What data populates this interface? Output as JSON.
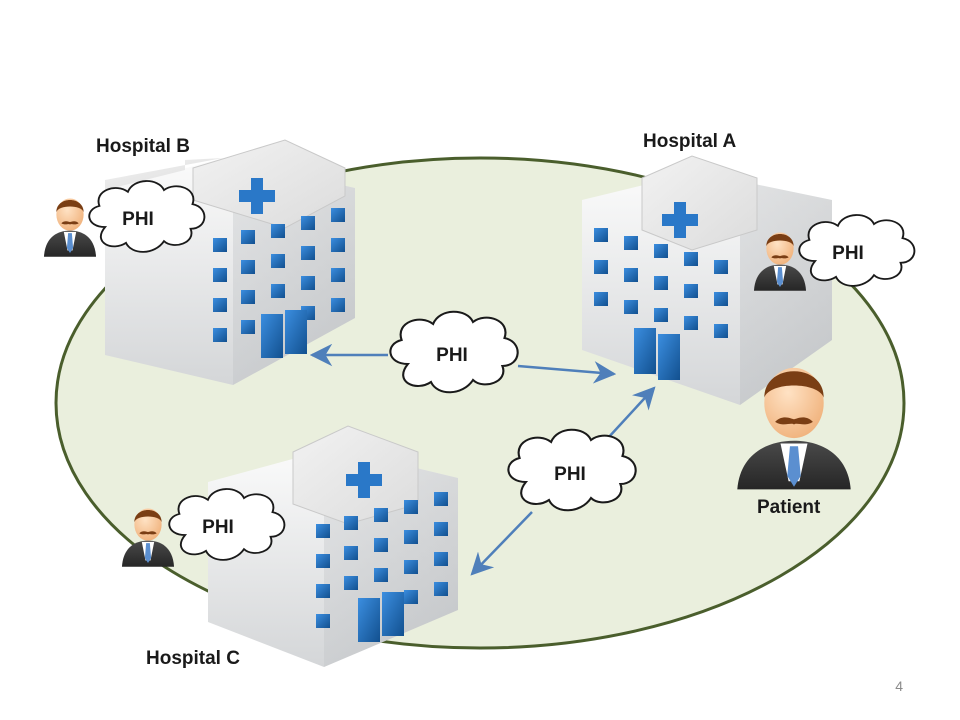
{
  "hospitals": [
    {
      "name": "Hospital A"
    },
    {
      "name": "Hospital B"
    },
    {
      "name": "Hospital C"
    }
  ],
  "patient": {
    "label": "Patient"
  },
  "data_clouds": {
    "hospital_a": "PHI",
    "hospital_b": "PHI",
    "hospital_c": "PHI",
    "transfer_a_b": "PHI",
    "transfer_a_c": "PHI"
  },
  "slide": {
    "page_number": "4"
  },
  "colors": {
    "network_fill": "#eaefdd",
    "network_stroke": "#4a5e2c",
    "arrow": "#4f7fba",
    "building_window": "#1f6fc0",
    "building_cross": "#2a78c8",
    "suit": "#3a3a3a",
    "skin": "#f6c79a",
    "hair": "#7a3e14",
    "tie": "#5b8fd0"
  },
  "icons": [
    "hospital-building-icon",
    "doctor-icon",
    "patient-icon",
    "cloud-bubble-icon",
    "arrow-icon"
  ]
}
